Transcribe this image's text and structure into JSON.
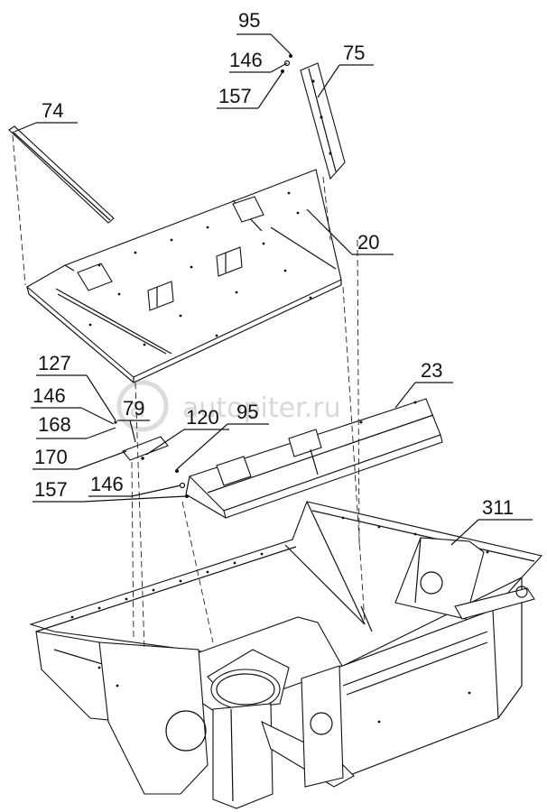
{
  "diagram": {
    "labels": {
      "l95a": "95",
      "l146a": "146",
      "l157a": "157",
      "l75": "75",
      "l74": "74",
      "l20": "20",
      "l23": "23",
      "l127": "127",
      "l146b": "146",
      "l79": "79",
      "l168": "168",
      "l170": "170",
      "l120": "120",
      "l95b": "95",
      "l146c": "146",
      "l157b": "157",
      "l311": "311"
    },
    "watermark": "autopiter.ru"
  }
}
